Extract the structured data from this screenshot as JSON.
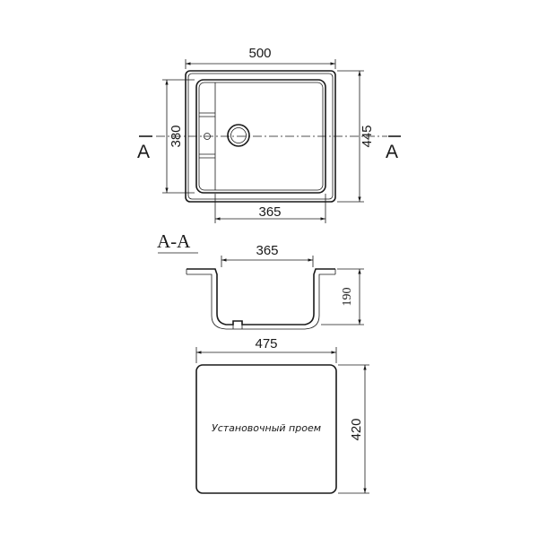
{
  "top_view": {
    "width_label": "500",
    "height_label": "445",
    "bowl_height_label": "380",
    "bowl_width_label": "365",
    "section_mark_left": "A",
    "section_mark_right": "A"
  },
  "section_view": {
    "title": "A-A",
    "width_label": "365",
    "depth_label": "190"
  },
  "cutout_view": {
    "width_label": "475",
    "height_label": "420",
    "caption": "Установочный проем"
  }
}
